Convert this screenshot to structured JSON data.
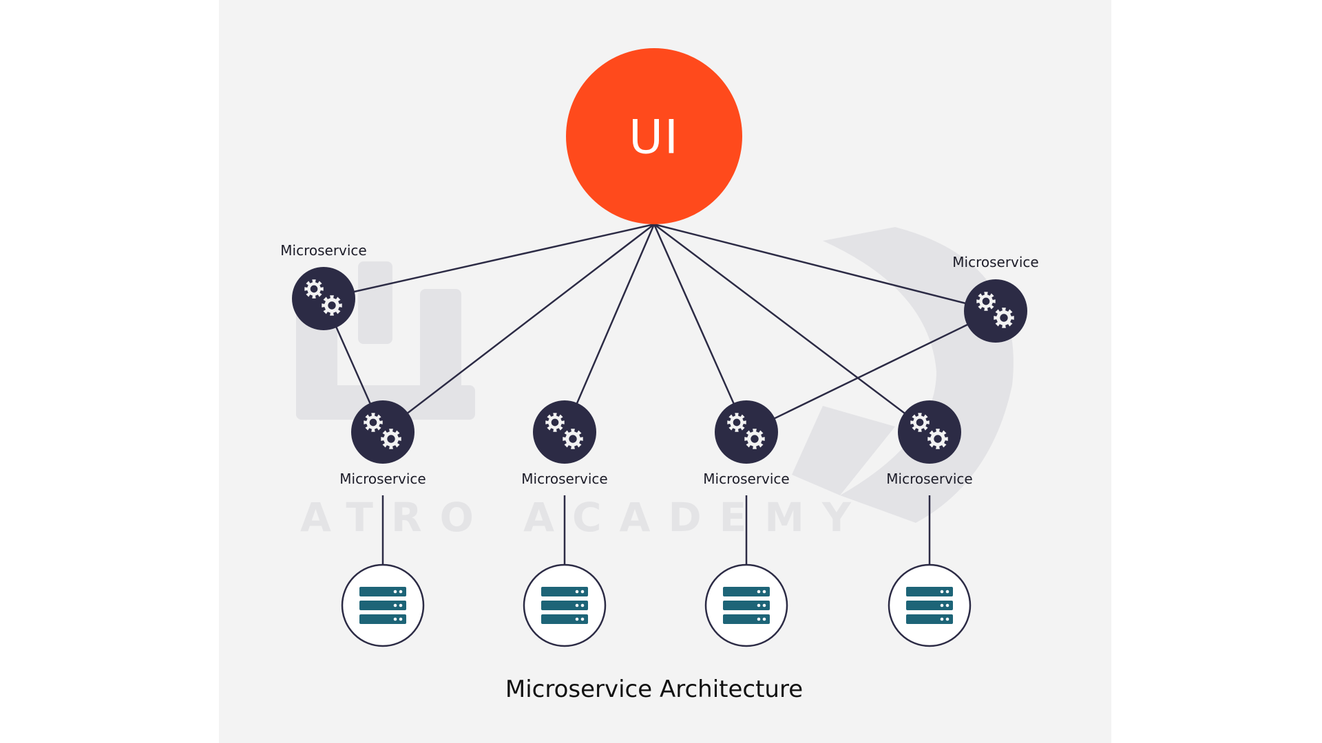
{
  "ui_node": {
    "label": "UI",
    "color": "#ff4a1c"
  },
  "title": "Microservice Architecture",
  "colors": {
    "panel_background": "#f3f3f3",
    "service_fill": "#2c2b45",
    "gear_fill": "#f2f2f2",
    "database_fill": "#1d6477",
    "line_color": "#2c2b45"
  },
  "microservices": [
    {
      "id": "ms-top-left",
      "label": "Microservice"
    },
    {
      "id": "ms-top-right",
      "label": "Microservice"
    },
    {
      "id": "ms-bottom-1",
      "label": "Microservice"
    },
    {
      "id": "ms-bottom-2",
      "label": "Microservice"
    },
    {
      "id": "ms-bottom-3",
      "label": "Microservice"
    },
    {
      "id": "ms-bottom-4",
      "label": "Microservice"
    }
  ],
  "databases": [
    {
      "id": "db-1",
      "icon": "database-icon"
    },
    {
      "id": "db-2",
      "icon": "database-icon"
    },
    {
      "id": "db-3",
      "icon": "database-icon"
    },
    {
      "id": "db-4",
      "icon": "database-icon"
    }
  ],
  "watermark": {
    "text": "ATRO ACADEMY"
  }
}
